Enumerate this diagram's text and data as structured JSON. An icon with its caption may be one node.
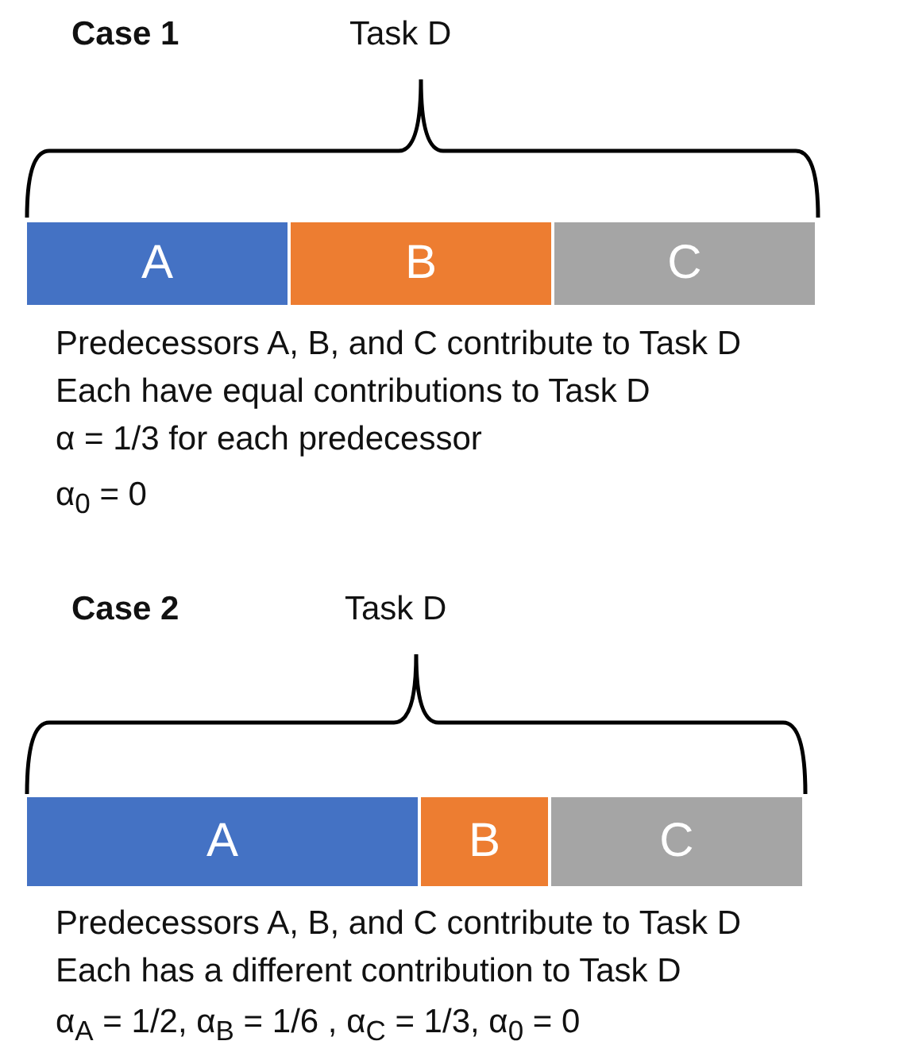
{
  "diagram": {
    "nodes": [
      {
        "text": [
          "A"
        ]
      },
      {
        "text": [
          "B"
        ]
      },
      {
        "text": [
          "C"
        ]
      },
      {
        "text": [
          "A"
        ]
      },
      {
        "text": [
          "B"
        ]
      },
      {
        "text": [
          "C"
        ]
      }
    ],
    "labels": [
      "Case 1",
      "Task D",
      "Predecessors A, B, and C contribute to Task D",
      "Each have equal contributions to Task D",
      "α = 1/3 for each predecessor",
      "α$_{0}$ = 0",
      "Case 2",
      "Task D",
      "Predecessors A, B, and C contribute to Task D",
      "Each has a different contribution to Task D",
      "α$_{A}$ = 1/2, α$_{B}$ = 1/6 , α$_{C}$ = 1/3, α$_{0}$ = 0"
    ]
  }
}
